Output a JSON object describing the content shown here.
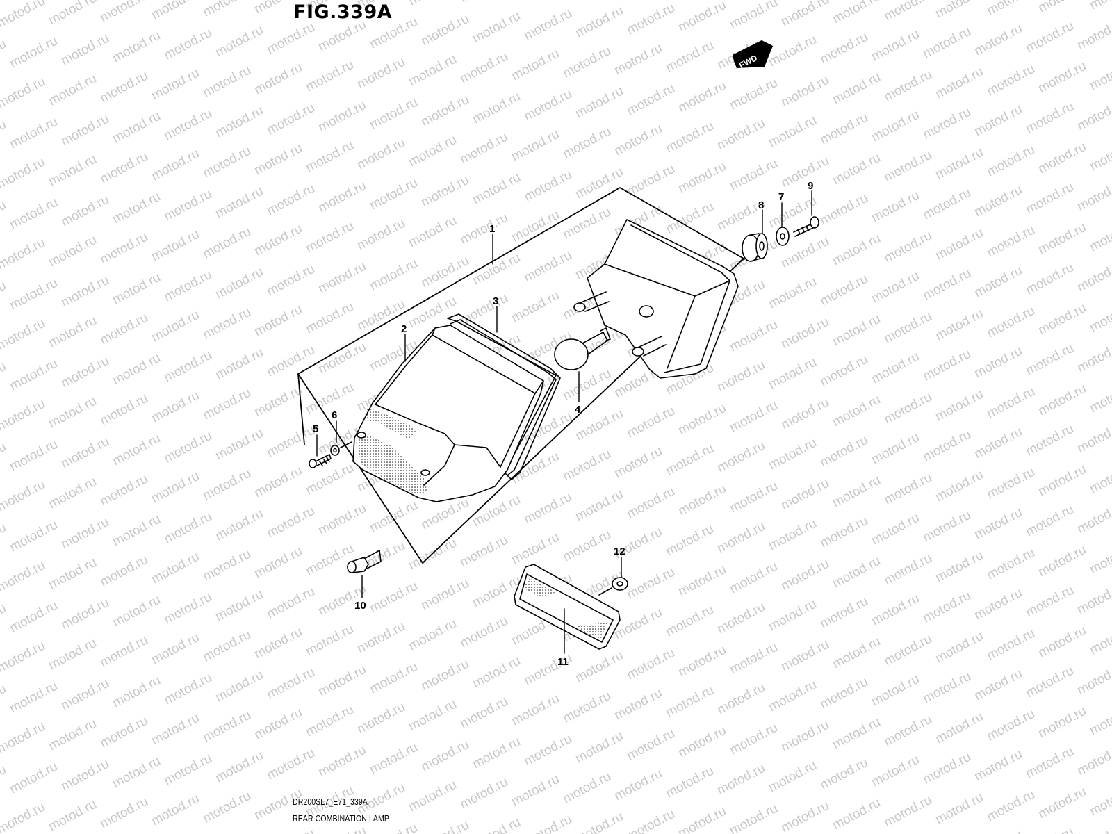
{
  "figure": {
    "title": "FIG.339A",
    "code": "DR200SL7_E71_339A",
    "name": "REAR COMBINATION LAMP"
  },
  "watermark": {
    "text": "motod.ru",
    "color": "#c8c8c8"
  },
  "direction": {
    "label": "FWD",
    "icon": "fwd-arrow-icon"
  },
  "callouts": [
    "1",
    "2",
    "3",
    "4",
    "5",
    "6",
    "7",
    "8",
    "9",
    "10",
    "11",
    "12"
  ],
  "colors": {
    "line": "#000000",
    "background": "#ffffff"
  }
}
